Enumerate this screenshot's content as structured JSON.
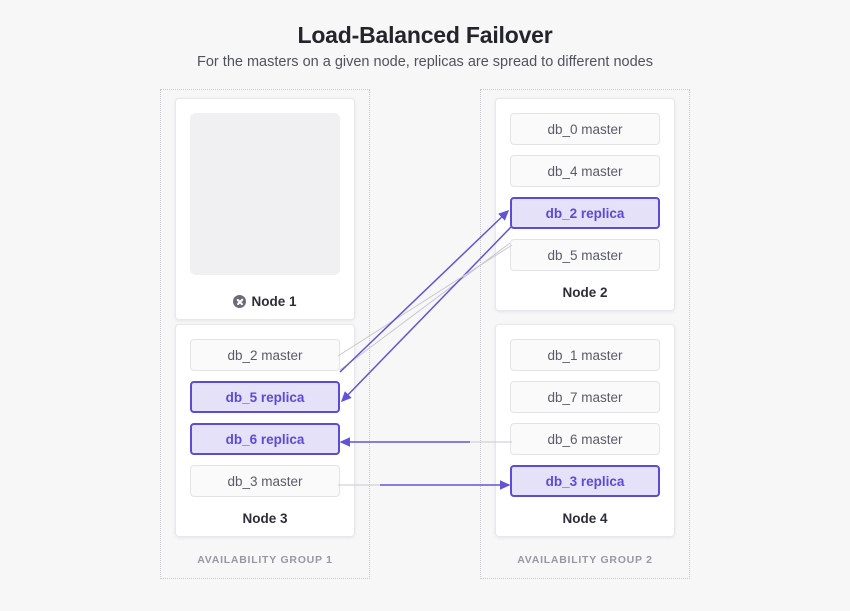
{
  "header": {
    "title": "Load-Balanced Failover",
    "subtitle": "For the masters on a given node, replicas are spread to different nodes"
  },
  "colors": {
    "background": "#f7f7f8",
    "accent_purple": "#5b4bd6",
    "replica_fill": "#e4e1f8",
    "master_fill": "#fafafb",
    "master_border": "#e3e4e9",
    "arrow_purple": "#6254d8",
    "arrow_gray": "#c7c8cf",
    "group_border": "#c9cad1",
    "group_label": "#9698a6",
    "failed_icon": "#6a6c78"
  },
  "groups": [
    {
      "id": "availability-group-1",
      "label": "AVAILABILITY GROUP 1",
      "nodes": [
        {
          "id": "node-1",
          "label": "Node 1",
          "status": "failed",
          "status_icon": "circle-x-icon",
          "databases": []
        },
        {
          "id": "node-3",
          "label": "Node 3",
          "status": "ok",
          "databases": [
            {
              "label": "db_2 master",
              "role": "master"
            },
            {
              "label": "db_5 replica",
              "role": "replica"
            },
            {
              "label": "db_6 replica",
              "role": "replica"
            },
            {
              "label": "db_3 master",
              "role": "master"
            }
          ]
        }
      ]
    },
    {
      "id": "availability-group-2",
      "label": "AVAILABILITY GROUP 2",
      "nodes": [
        {
          "id": "node-2",
          "label": "Node 2",
          "status": "ok",
          "databases": [
            {
              "label": "db_0 master",
              "role": "master"
            },
            {
              "label": "db_4 master",
              "role": "master"
            },
            {
              "label": "db_2 replica",
              "role": "replica"
            },
            {
              "label": "db_5 master",
              "role": "master"
            }
          ]
        },
        {
          "id": "node-4",
          "label": "Node 4",
          "status": "ok",
          "databases": [
            {
              "label": "db_1 master",
              "role": "master"
            },
            {
              "label": "db_7 master",
              "role": "master"
            },
            {
              "label": "db_6 master",
              "role": "master"
            },
            {
              "label": "db_3 replica",
              "role": "replica"
            }
          ]
        }
      ]
    }
  ],
  "connections": [
    {
      "id": "db_2-master-to-replica",
      "from": "db_2 master (Node 3)",
      "to": "db_2 replica (Node 2)",
      "style": "diagonal-up-right"
    },
    {
      "id": "db_5-master-to-replica",
      "from": "db_5 master (Node 2)",
      "to": "db_5 replica (Node 3)",
      "style": "diagonal-down-left"
    },
    {
      "id": "db_6-master-to-replica",
      "from": "db_6 master (Node 4)",
      "to": "db_6 replica (Node 3)",
      "style": "horizontal-left"
    },
    {
      "id": "db_3-master-to-replica",
      "from": "db_3 master (Node 3)",
      "to": "db_3 replica (Node 4)",
      "style": "horizontal-right"
    }
  ]
}
